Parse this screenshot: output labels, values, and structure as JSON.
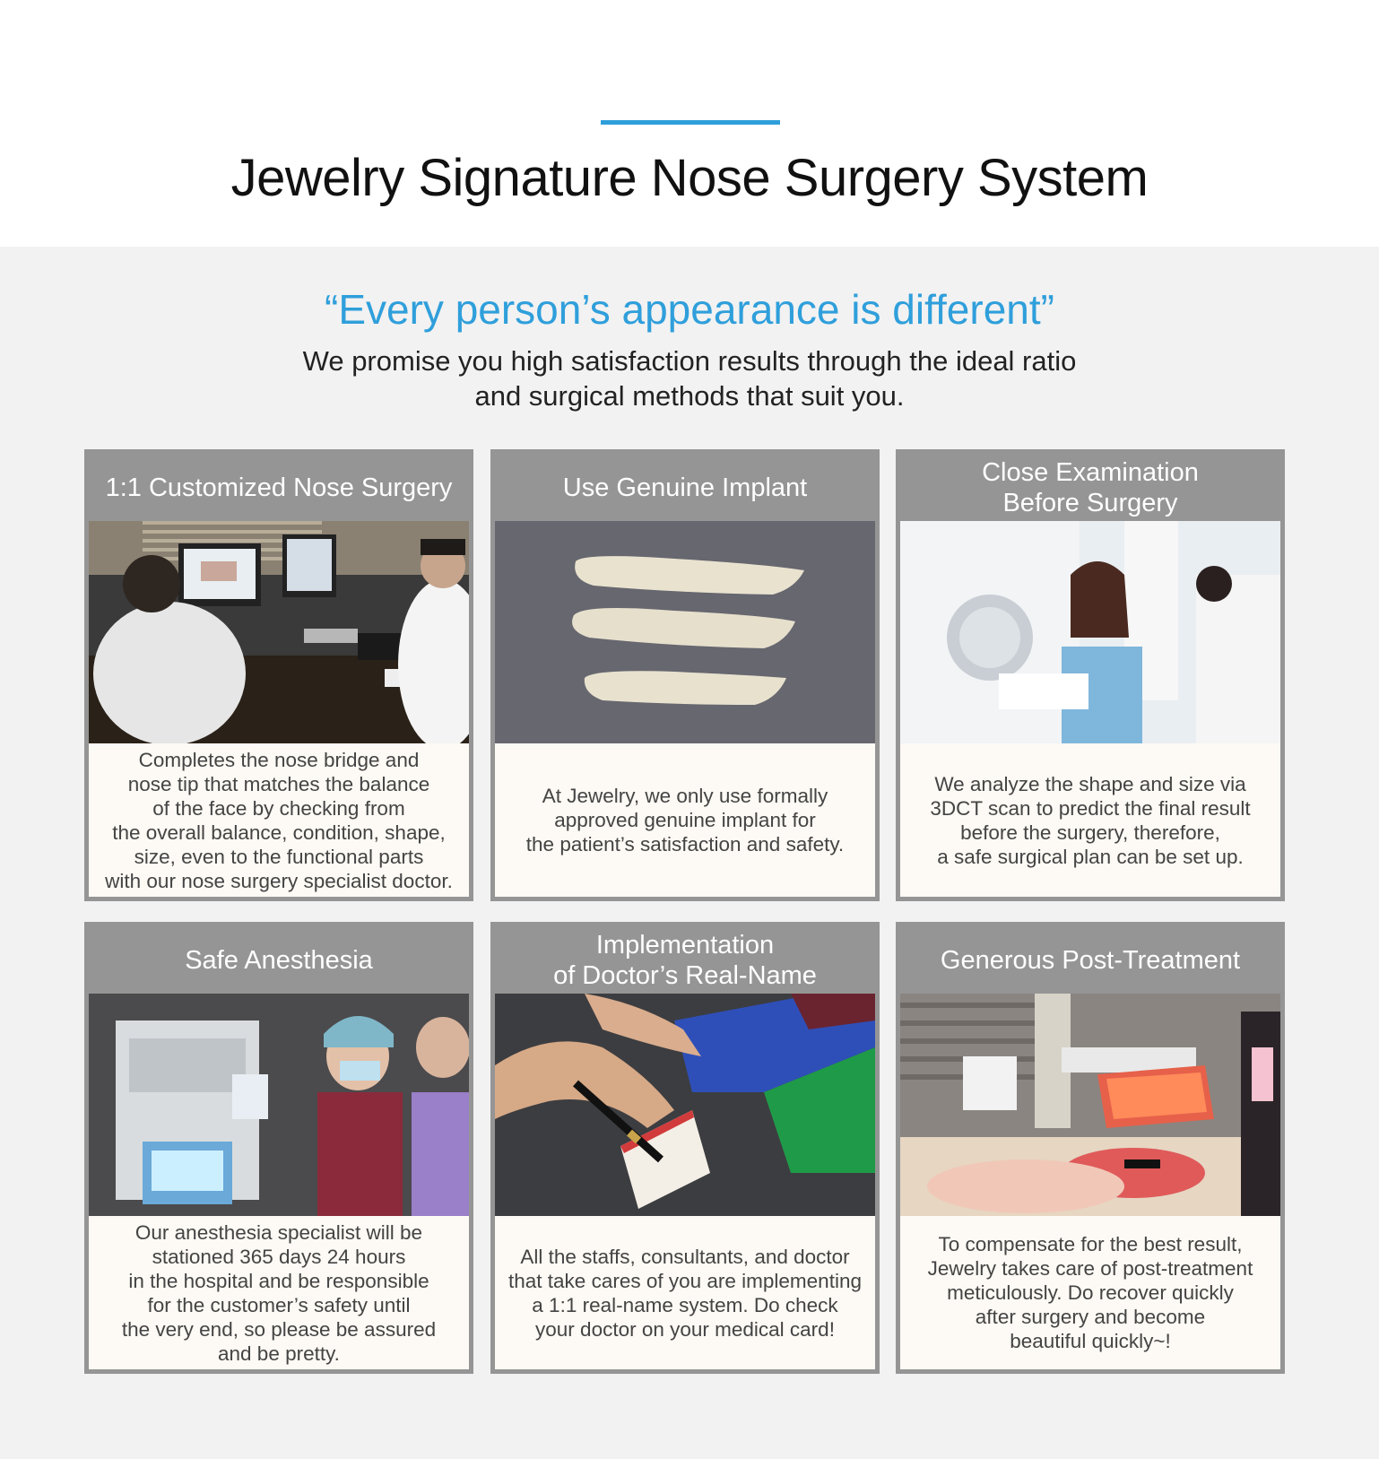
{
  "header": {
    "title": "Jewelry Signature Nose Surgery System"
  },
  "intro": {
    "quote": "“Every person’s appearance is different”",
    "subtitle_lines": [
      "We promise you high satisfaction results through the ideal ratio",
      "and surgical methods that suit you."
    ]
  },
  "cards": [
    {
      "title_lines": [
        "1:1 Customized Nose Surgery"
      ],
      "image": "consultation-photo",
      "body_lines": [
        "Completes the nose bridge and",
        "nose tip that matches the balance",
        "of the face by checking from",
        "the overall balance, condition, shape,",
        "size, even to the functional parts",
        "with our nose surgery specialist doctor."
      ]
    },
    {
      "title_lines": [
        "Use Genuine Implant"
      ],
      "image": "implant-photo",
      "body_lines": [
        "At Jewelry, we only use formally",
        "approved genuine implant for",
        "the patient’s satisfaction and safety."
      ]
    },
    {
      "title_lines": [
        "Close Examination",
        "Before Surgery"
      ],
      "image": "ct-scan-photo",
      "body_lines": [
        "We analyze the shape and size via",
        "3DCT scan to predict the final result",
        "before the surgery, therefore,",
        "a safe surgical plan can be set up."
      ]
    },
    {
      "title_lines": [
        "Safe Anesthesia"
      ],
      "image": "anesthesia-photo",
      "body_lines": [
        "Our anesthesia specialist will be",
        "stationed 365 days 24 hours",
        "in the hospital and be responsible",
        "for the customer’s safety until",
        "the very end, so please be assured",
        "and be pretty."
      ]
    },
    {
      "title_lines": [
        "Implementation",
        "of Doctor’s Real-Name"
      ],
      "image": "signing-photo",
      "body_lines": [
        "All the staffs, consultants, and doctor",
        "that take cares of you are implementing",
        "a 1:1 real-name system. Do check",
        "your doctor on your medical card!"
      ]
    },
    {
      "title_lines": [
        "Generous Post-Treatment"
      ],
      "image": "led-therapy-photo",
      "body_lines": [
        "To compensate for the best result,",
        "Jewelry takes care of post-treatment",
        "meticulously. Do recover quickly",
        "after surgery and become",
        "beautiful quickly~!"
      ]
    }
  ],
  "colors": {
    "accent": "#2f9fdb",
    "card_frame": "#959595",
    "card_body": "#fdf9f4",
    "section_bg": "#f2f2f2"
  }
}
